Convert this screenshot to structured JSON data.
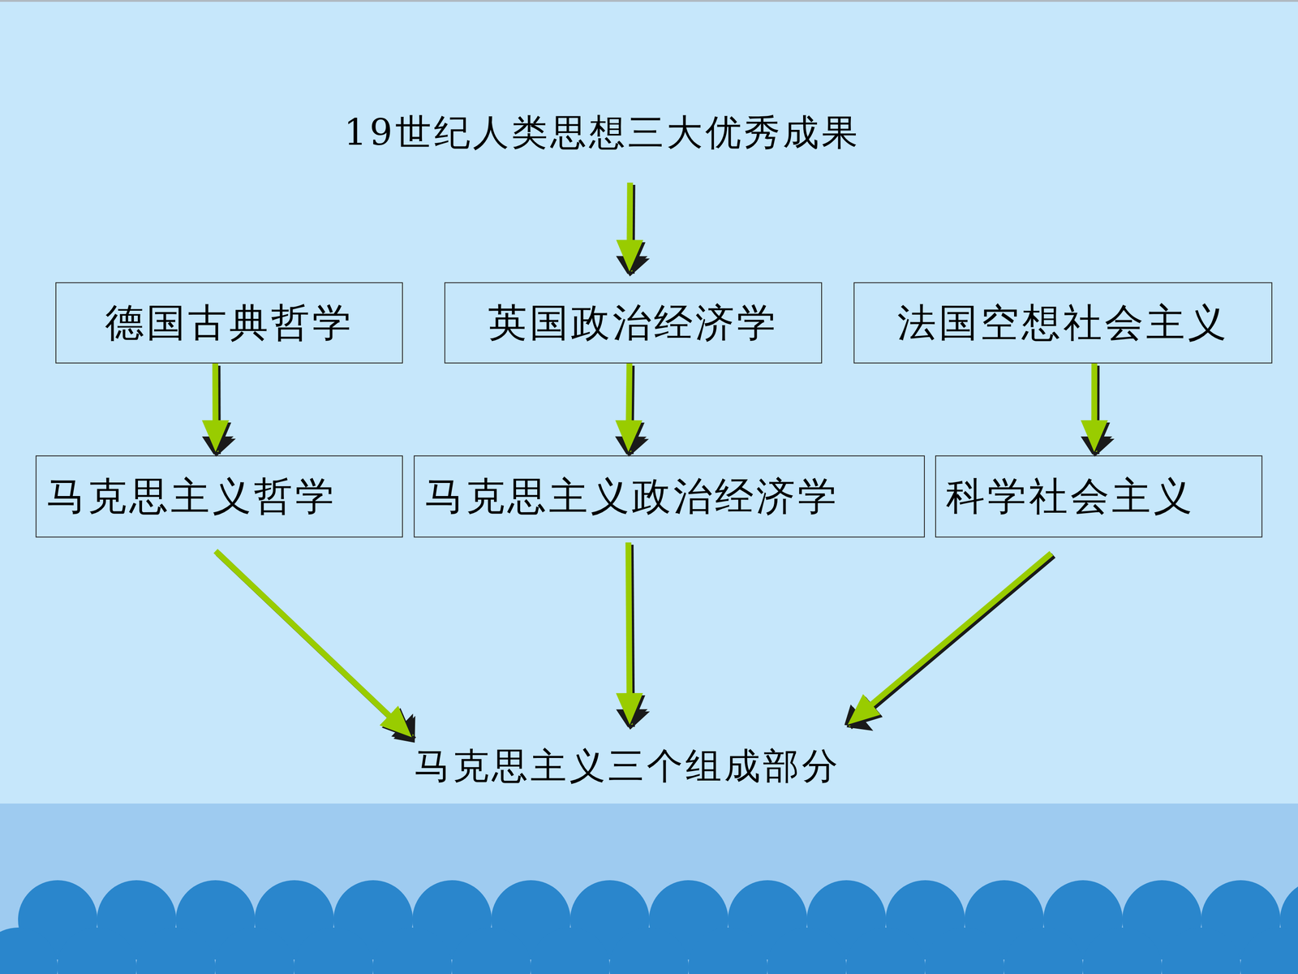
{
  "diagram": {
    "nodes": [
      {
        "text": [
          "19世纪人类思想三大优秀成果"
        ]
      },
      {
        "text": [
          "德国古典哲学"
        ]
      },
      {
        "text": [
          "英国政治经济学"
        ]
      },
      {
        "text": [
          "法国空想社会主义"
        ]
      },
      {
        "text": [
          "马克思主义哲学"
        ]
      },
      {
        "text": [
          "马克思主义政治经济学"
        ]
      },
      {
        "text": [
          "科学社会主义"
        ]
      },
      {
        "text": [
          "马克思主义三个组成部分"
        ]
      }
    ],
    "edges": [
      {
        "from": 0,
        "to": 2,
        "arrow": "to"
      },
      {
        "from": 1,
        "to": 4,
        "arrow": "to"
      },
      {
        "from": 2,
        "to": 5,
        "arrow": "to"
      },
      {
        "from": 3,
        "to": 6,
        "arrow": "to"
      },
      {
        "from": 4,
        "to": 7,
        "arrow": "to"
      },
      {
        "from": 5,
        "to": 7,
        "arrow": "to"
      },
      {
        "from": 6,
        "to": 7,
        "arrow": "to"
      }
    ]
  }
}
